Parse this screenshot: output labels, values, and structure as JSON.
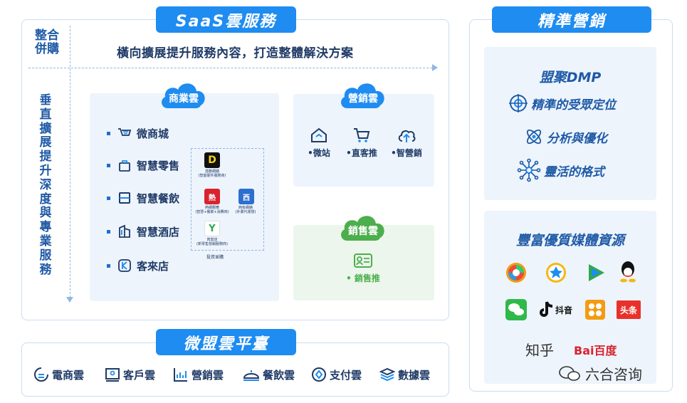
{
  "saas": {
    "title": "SaaS雲服務",
    "integration_label": "整合併購",
    "horizontal_text": "橫向擴展提升服務內容，打造整體解決方案",
    "vertical_label": "垂直擴展提升深度與專業服務",
    "commerce": {
      "cloud_label": "商業雲",
      "items": [
        {
          "icon": "cart-icon",
          "label": "微商城"
        },
        {
          "icon": "bag-icon",
          "label": "智慧零售"
        },
        {
          "icon": "dining-icon",
          "label": "智慧餐飲"
        },
        {
          "icon": "hotel-icon",
          "label": "智慧酒店"
        },
        {
          "icon": "k-icon",
          "label": "客來店"
        }
      ],
      "investments": {
        "caption": "投資並購",
        "logos": [
          {
            "name": "逸聯網絡",
            "sub": "(智能硬件服務商)",
            "mark": "D",
            "color": "#111111"
          },
          {
            "name": "熱網輕應",
            "sub": "(智慧+餐飲+消費商)",
            "mark": "熱",
            "color": "#d9232e"
          },
          {
            "name": "西有網絡",
            "sub": "(外賣代運營)",
            "mark": "西",
            "color": "#2d6fd0"
          },
          {
            "name": "肉當店",
            "sub": "(新零售營銷服務商)",
            "mark": "Y",
            "color": "#f4c21c"
          }
        ]
      }
    },
    "marketing": {
      "cloud_label": "營銷雲",
      "items": [
        {
          "icon": "home-icon",
          "label": "•微站"
        },
        {
          "icon": "cart-icon",
          "label": "•直客推"
        },
        {
          "icon": "cloud-upload-icon",
          "label": "•智營銷"
        }
      ]
    },
    "sales": {
      "cloud_label": "銷售雲",
      "items": [
        {
          "icon": "sales-card-icon",
          "label": "• 銷售推"
        }
      ]
    }
  },
  "platform": {
    "title": "微盟雲平臺",
    "items": [
      {
        "icon": "ecommerce-icon",
        "label": "電商雲"
      },
      {
        "icon": "customer-icon",
        "label": "客戶雲"
      },
      {
        "icon": "chart-icon",
        "label": "營銷雲"
      },
      {
        "icon": "food-icon",
        "label": "餐飲雲"
      },
      {
        "icon": "payment-icon",
        "label": "支付雲"
      },
      {
        "icon": "data-icon",
        "label": "數據雲"
      }
    ]
  },
  "precision": {
    "title": "精準營銷",
    "dmp": {
      "title": "盟聚DMP",
      "items": [
        {
          "icon": "target-icon",
          "label": "精準的受眾定位"
        },
        {
          "icon": "atom-icon",
          "label": "分析與優化"
        },
        {
          "icon": "network-icon",
          "label": "靈活的格式"
        }
      ]
    },
    "media": {
      "title": "豐富優質媒體資源",
      "logos_row1": [
        "camera-icon",
        "qzone-icon",
        "tencent-video-icon",
        "qq-icon"
      ],
      "logos_row2": [
        "wechat-icon",
        "douyin-icon",
        "meituan-icon",
        "toutiao-icon"
      ],
      "douyin_text": "抖音",
      "toutiao_text": "头条",
      "zhihu_text": "知乎",
      "baidu_text": "Bai百度"
    }
  },
  "watermark": "六合咨询",
  "colors": {
    "accent": "#1e8cf0",
    "dark_text": "#1f3a66",
    "box_blue": "#edf4fc",
    "box_green": "#ecf6ec",
    "sales_green": "#4cae4c"
  }
}
